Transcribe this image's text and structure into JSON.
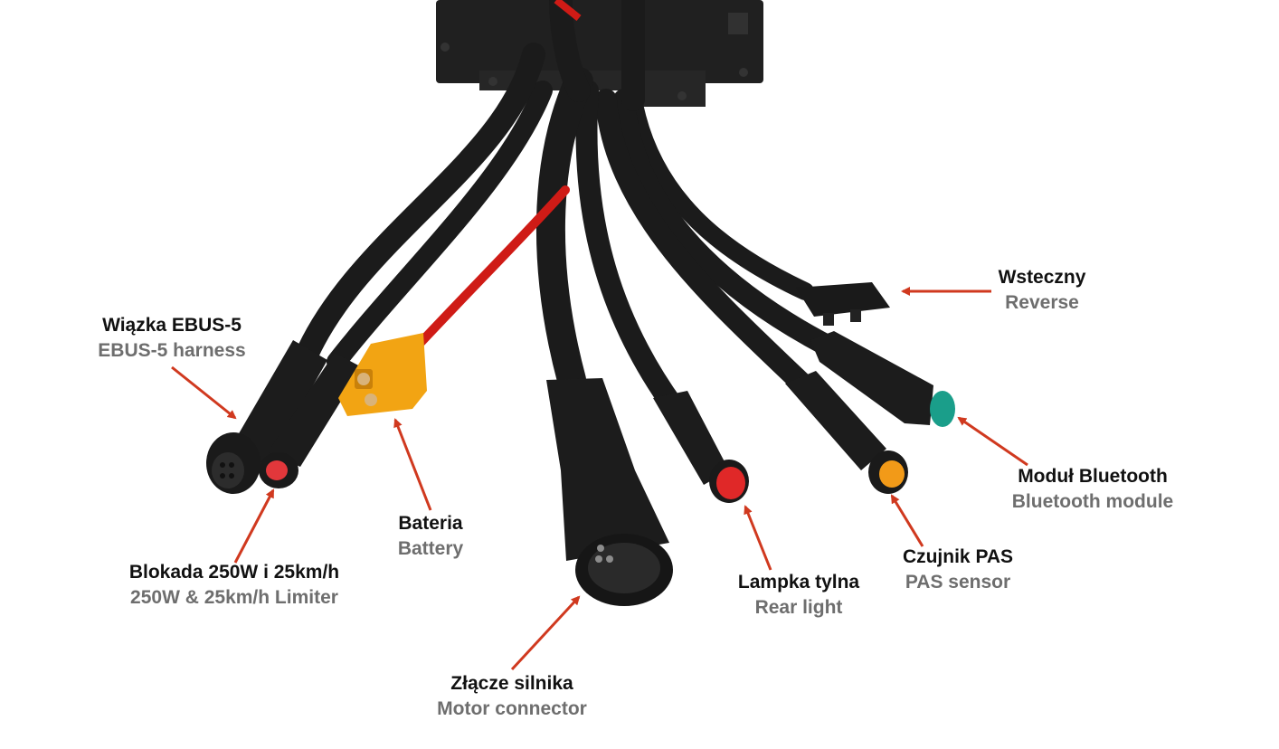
{
  "colors": {
    "arrow": "#d0391f",
    "polish_text": "#111111",
    "english_text": "#6e6e6e",
    "cable": "#1b1b1b"
  },
  "labels": {
    "reverse": {
      "pl": "Wsteczny",
      "en": "Reverse"
    },
    "ebus": {
      "pl": "Wiązka EBUS-5",
      "en": "EBUS-5 harness"
    },
    "bluetooth": {
      "pl": "Moduł Bluetooth",
      "en": "Bluetooth module"
    },
    "battery": {
      "pl": "Bateria",
      "en": "Battery"
    },
    "limiter": {
      "pl": "Blokada 250W i 25km/h",
      "en": "250W & 25km/h Limiter"
    },
    "pas": {
      "pl": "Czujnik PAS",
      "en": "PAS sensor"
    },
    "rear_light": {
      "pl": "Lampka tylna",
      "en": "Rear light"
    },
    "motor": {
      "pl": "Złącze silnika",
      "en": "Motor connector"
    }
  }
}
